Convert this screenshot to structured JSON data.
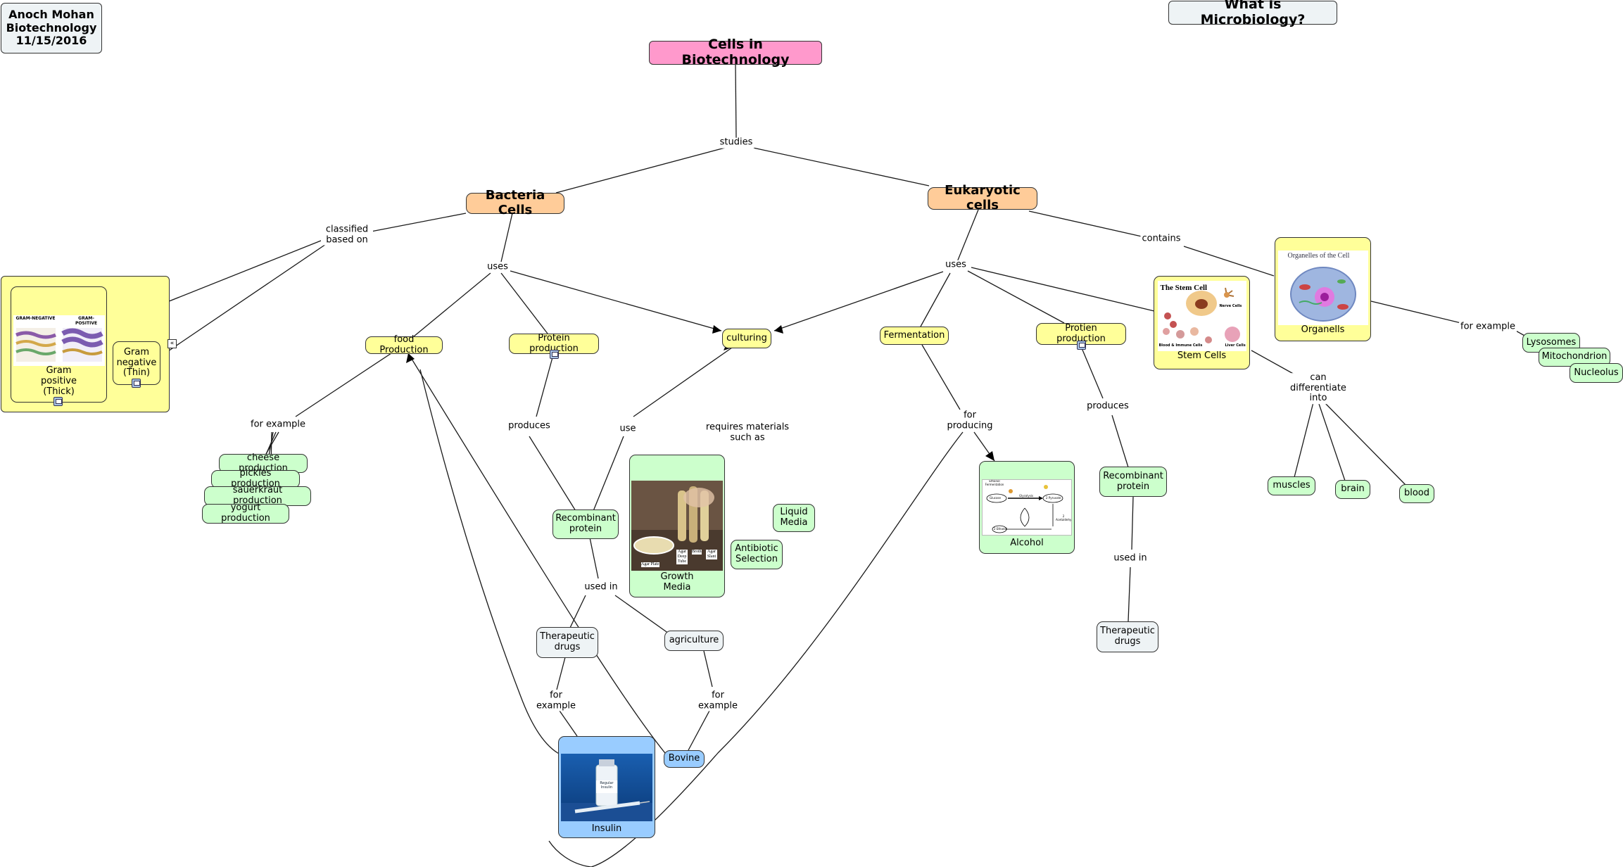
{
  "header": {
    "author_line1": "Anoch Mohan",
    "author_line2": "Biotechnology",
    "author_line3": "11/15/2016",
    "question": "What is Microbiology?"
  },
  "nodes": {
    "root": "Cells in Biotechnology",
    "bacteria": "Bacteria Cells",
    "eukaryotic": "Eukaryotic cells",
    "gram_positive": "Gram positive (Thick)",
    "gram_negative": "Gram negative (Thin)",
    "food_production": "food Production",
    "protein_production_b": "Protein production",
    "culturing": "culturing",
    "fermentation": "Fermentation",
    "protein_production_e": "Protien production",
    "stem_cells": "Stem Cells",
    "organells": "Organells",
    "cheese": "cheese production",
    "pickles": "pickles production",
    "sauerkraut": "sauerkraut production",
    "yogurt": "yogurt production",
    "recombinant_b": "Recombinant protein",
    "growth_media": "Growth Media",
    "liquid_media": "Liquid Media",
    "antibiotic": "Antibiotic Selection",
    "therapeutic_b": "Therapeutic drugs",
    "agriculture": "agriculture",
    "insulin": "Insulin",
    "bovine": "Bovine",
    "alcohol": "Alcohol",
    "recombinant_e": "Recombinant protein",
    "therapeutic_e": "Therapeutic drugs",
    "muscles": "muscles",
    "brain": "brain",
    "blood": "blood",
    "lysosomes": "Lysosomes",
    "mitochondrion": "Mitochondrion",
    "nucleolus": "Nucleolus"
  },
  "links": {
    "studies": "studies",
    "classified": "classified based on",
    "uses_b": "uses",
    "uses_e": "uses",
    "contains": "contains",
    "for_example_food": "for example",
    "produces_b": "produces",
    "use": "use",
    "requires": "requires materials such as",
    "used_in_b": "used in",
    "for_example_drugs": "for example",
    "for_example_agri": "for example",
    "for_producing": "for producing",
    "produces_e": "produces",
    "used_in_e": "used in",
    "can_differentiate": "can differentiate into",
    "for_example_org": "for example"
  },
  "images": {
    "gram_neg_caption": "GRAM-NEGATIVE",
    "gram_pos_caption": "GRAM-POSITIVE",
    "stem_title": "The Stem Cell",
    "stem_nerve": "Nerve Cells",
    "stem_blood": "Blood & Immune Cells",
    "stem_liver": "Liver Cells",
    "organelles_title": "Organelles of the Cell",
    "agar_plate": "Agar Plate",
    "agar_deep": "Agar Deep Tube",
    "broth": "Broth",
    "agar_slant": "Agar Slant",
    "insulin_label": "Regular Insulin",
    "ethanol_title": "Ethanol Fermentation",
    "glucose": "Glucose",
    "pyruvate": "2 Pyruvate",
    "ethanol": "2 Ethanol",
    "acetaldehyde": "2 Acetaldehyde",
    "glycolysis": "Glycolysis"
  },
  "colors": {
    "root": "#ff99cc",
    "main": "#ffcc99",
    "concept": "#ffff99",
    "example": "#ccffcc",
    "blue": "#99ccff",
    "grey": "#eef3f5"
  }
}
